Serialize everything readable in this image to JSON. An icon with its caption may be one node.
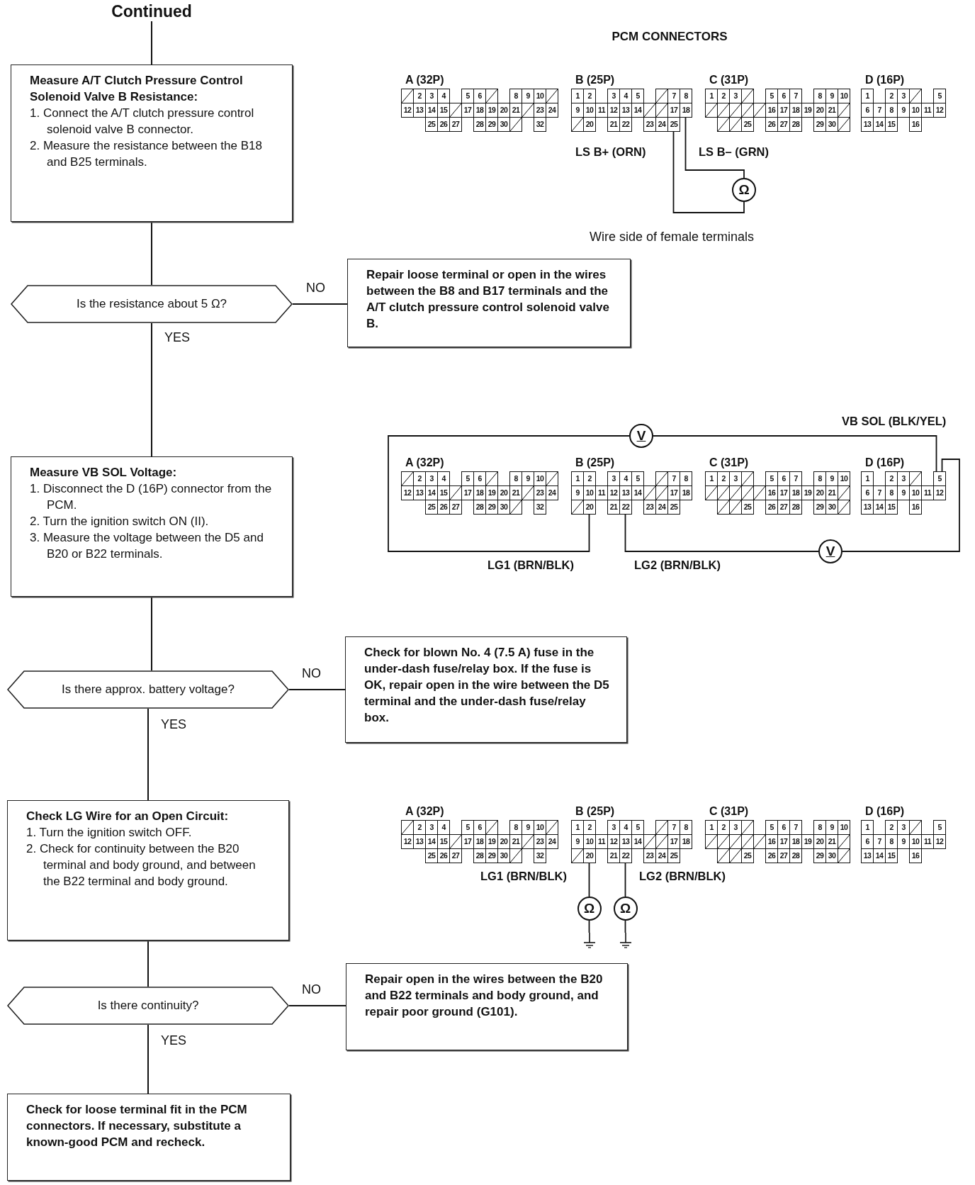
{
  "diagram": {
    "nodes": [
      {
        "text": [
          "Continued"
        ]
      },
      {
        "text": [
          "Measure A/T Clutch Pressure Control Solenoid Valve B Resistance:",
          "1. Connect the A/T clutch pressure control solenoid valve B connector.",
          "2. Measure the resistance between the B18 and B25 terminals."
        ]
      },
      {
        "text": [
          "Is the resistance about 5 Ω?"
        ]
      },
      {
        "text": [
          "Repair loose terminal or open in the wires between the B8 and B17 terminals and the A/T clutch pressure control solenoid valve B."
        ]
      },
      {
        "text": [
          "Measure VB SOL Voltage:",
          "1. Disconnect the D (16P) connector from the PCM.",
          "2. Turn the ignition switch ON (II).",
          "3. Measure the voltage between the D5 and B20 or B22 terminals."
        ]
      },
      {
        "text": [
          "Is there approx. battery voltage?"
        ]
      },
      {
        "text": [
          "Check for blown No. 4 (7.5 A) fuse in the under-dash fuse/relay box. If the fuse is OK, repair open in the wire between the D5 terminal and the under-dash fuse/relay box."
        ]
      },
      {
        "text": [
          "Check LG Wire for an Open Circuit:",
          "1. Turn the ignition switch OFF.",
          "2. Check for continuity between the B20 terminal and body ground, and between the B22 terminal and body ground."
        ]
      },
      {
        "text": [
          "Is there continuity?"
        ]
      },
      {
        "text": [
          "Repair open in the wires between the B20 and B22 terminals and body ground, and repair poor ground (G101)."
        ]
      },
      {
        "text": [
          "Check for loose terminal fit in the PCM connectors. If necessary, substitute a known-good PCM and recheck."
        ]
      },
      {
        "text": [
          "A (32P)",
          "2",
          "3",
          "4",
          "5",
          "6",
          "8",
          "9",
          "10",
          "12",
          "13",
          "14",
          "15",
          "17",
          "18",
          "19",
          "20",
          "21",
          "23",
          "24",
          "25",
          "26",
          "27",
          "28",
          "29",
          "30",
          "32"
        ]
      },
      {
        "text": [
          "B (25P)",
          "1",
          "2",
          "3",
          "4",
          "5",
          "7",
          "8",
          "9",
          "10",
          "11",
          "12",
          "13",
          "14",
          "17",
          "18",
          "20",
          "21",
          "22",
          "23",
          "24",
          "25"
        ]
      },
      {
        "text": [
          "C (31P)",
          "1",
          "2",
          "3",
          "5",
          "6",
          "7",
          "8",
          "9",
          "10",
          "16",
          "17",
          "18",
          "19",
          "20",
          "21",
          "25",
          "26",
          "27",
          "28",
          "29",
          "30"
        ]
      },
      {
        "text": [
          "D (16P)",
          "1",
          "2",
          "3",
          "5",
          "6",
          "7",
          "8",
          "9",
          "10",
          "11",
          "12",
          "13",
          "14",
          "15",
          "16"
        ]
      },
      {
        "text": [
          "Ω"
        ]
      },
      {
        "text": [
          "A (32P)",
          "2",
          "3",
          "4",
          "5",
          "6",
          "8",
          "9",
          "10",
          "12",
          "13",
          "14",
          "15",
          "17",
          "18",
          "19",
          "20",
          "21",
          "23",
          "24",
          "25",
          "26",
          "27",
          "28",
          "29",
          "30",
          "32"
        ]
      },
      {
        "text": [
          "B (25P)",
          "1",
          "2",
          "3",
          "4",
          "5",
          "7",
          "8",
          "9",
          "10",
          "11",
          "12",
          "13",
          "14",
          "17",
          "18",
          "20",
          "21",
          "22",
          "23",
          "24",
          "25"
        ]
      },
      {
        "text": [
          "C (31P)",
          "1",
          "2",
          "3",
          "5",
          "6",
          "7",
          "8",
          "9",
          "10",
          "16",
          "17",
          "18",
          "19",
          "20",
          "21",
          "25",
          "26",
          "27",
          "28",
          "29",
          "30"
        ]
      },
      {
        "text": [
          "D (16P)",
          "1",
          "2",
          "3",
          "5",
          "6",
          "7",
          "8",
          "9",
          "10",
          "11",
          "12",
          "13",
          "14",
          "15",
          "16"
        ]
      },
      {
        "text": [
          "V"
        ]
      },
      {
        "text": [
          "V"
        ]
      },
      {
        "text": [
          "A (32P)",
          "2",
          "3",
          "4",
          "5",
          "6",
          "8",
          "9",
          "10",
          "12",
          "13",
          "14",
          "15",
          "17",
          "18",
          "19",
          "20",
          "21",
          "23",
          "24",
          "25",
          "26",
          "27",
          "28",
          "29",
          "30",
          "32"
        ]
      },
      {
        "text": [
          "B (25P)",
          "1",
          "2",
          "3",
          "4",
          "5",
          "7",
          "8",
          "9",
          "10",
          "11",
          "12",
          "13",
          "14",
          "17",
          "18",
          "20",
          "21",
          "22",
          "23",
          "24",
          "25"
        ]
      },
      {
        "text": [
          "C (31P)",
          "1",
          "2",
          "3",
          "5",
          "6",
          "7",
          "8",
          "9",
          "10",
          "16",
          "17",
          "18",
          "19",
          "20",
          "21",
          "25",
          "26",
          "27",
          "28",
          "29",
          "30"
        ]
      },
      {
        "text": [
          "D (16P)",
          "1",
          "2",
          "3",
          "5",
          "6",
          "7",
          "8",
          "9",
          "10",
          "11",
          "12",
          "13",
          "14",
          "15",
          "16"
        ]
      },
      {
        "text": [
          "Ω"
        ]
      },
      {
        "text": [
          "Ω"
        ]
      },
      {
        "text": [],
        "shape": "ground"
      },
      {
        "text": [],
        "shape": "ground"
      }
    ],
    "edges": [
      {
        "from": 0,
        "to": 1,
        "arrow": "none"
      },
      {
        "from": 1,
        "to": 2,
        "arrow": "none"
      },
      {
        "from": 2,
        "to": 3,
        "arrow": "none",
        "label": "NO"
      },
      {
        "from": 2,
        "to": 4,
        "arrow": "none",
        "label": "YES"
      },
      {
        "from": 4,
        "to": 5,
        "arrow": "none"
      },
      {
        "from": 5,
        "to": 6,
        "arrow": "none",
        "label": "NO"
      },
      {
        "from": 5,
        "to": 7,
        "arrow": "none",
        "label": "YES"
      },
      {
        "from": 7,
        "to": 8,
        "arrow": "none"
      },
      {
        "from": 8,
        "to": 9,
        "arrow": "none",
        "label": "NO"
      },
      {
        "from": 8,
        "to": 10,
        "arrow": "none",
        "label": "YES"
      },
      {
        "from": 12,
        "to": 15,
        "arrow": "none",
        "label": "LS B+ (ORN)"
      },
      {
        "from": 12,
        "to": 15,
        "arrow": "none",
        "label": "LS B– (GRN)"
      },
      {
        "from": 17,
        "to": 20,
        "arrow": "none",
        "label": "LG1 (BRN/BLK)"
      },
      {
        "from": 20,
        "to": 19,
        "arrow": "none",
        "label": "VB SOL (BLK/YEL)"
      },
      {
        "from": 17,
        "to": 21,
        "arrow": "none",
        "label": "LG2 (BRN/BLK)"
      },
      {
        "from": 21,
        "to": 19,
        "arrow": "none"
      },
      {
        "from": 23,
        "to": 26,
        "arrow": "none",
        "label": "LG1 (BRN/BLK)"
      },
      {
        "from": 23,
        "to": 27,
        "arrow": "none",
        "label": "LG2 (BRN/BLK)"
      },
      {
        "from": 26,
        "to": 28,
        "arrow": "none"
      },
      {
        "from": 27,
        "to": 29,
        "arrow": "none"
      }
    ],
    "labels": [
      "PCM CONNECTORS",
      "Wire side of female terminals"
    ]
  }
}
